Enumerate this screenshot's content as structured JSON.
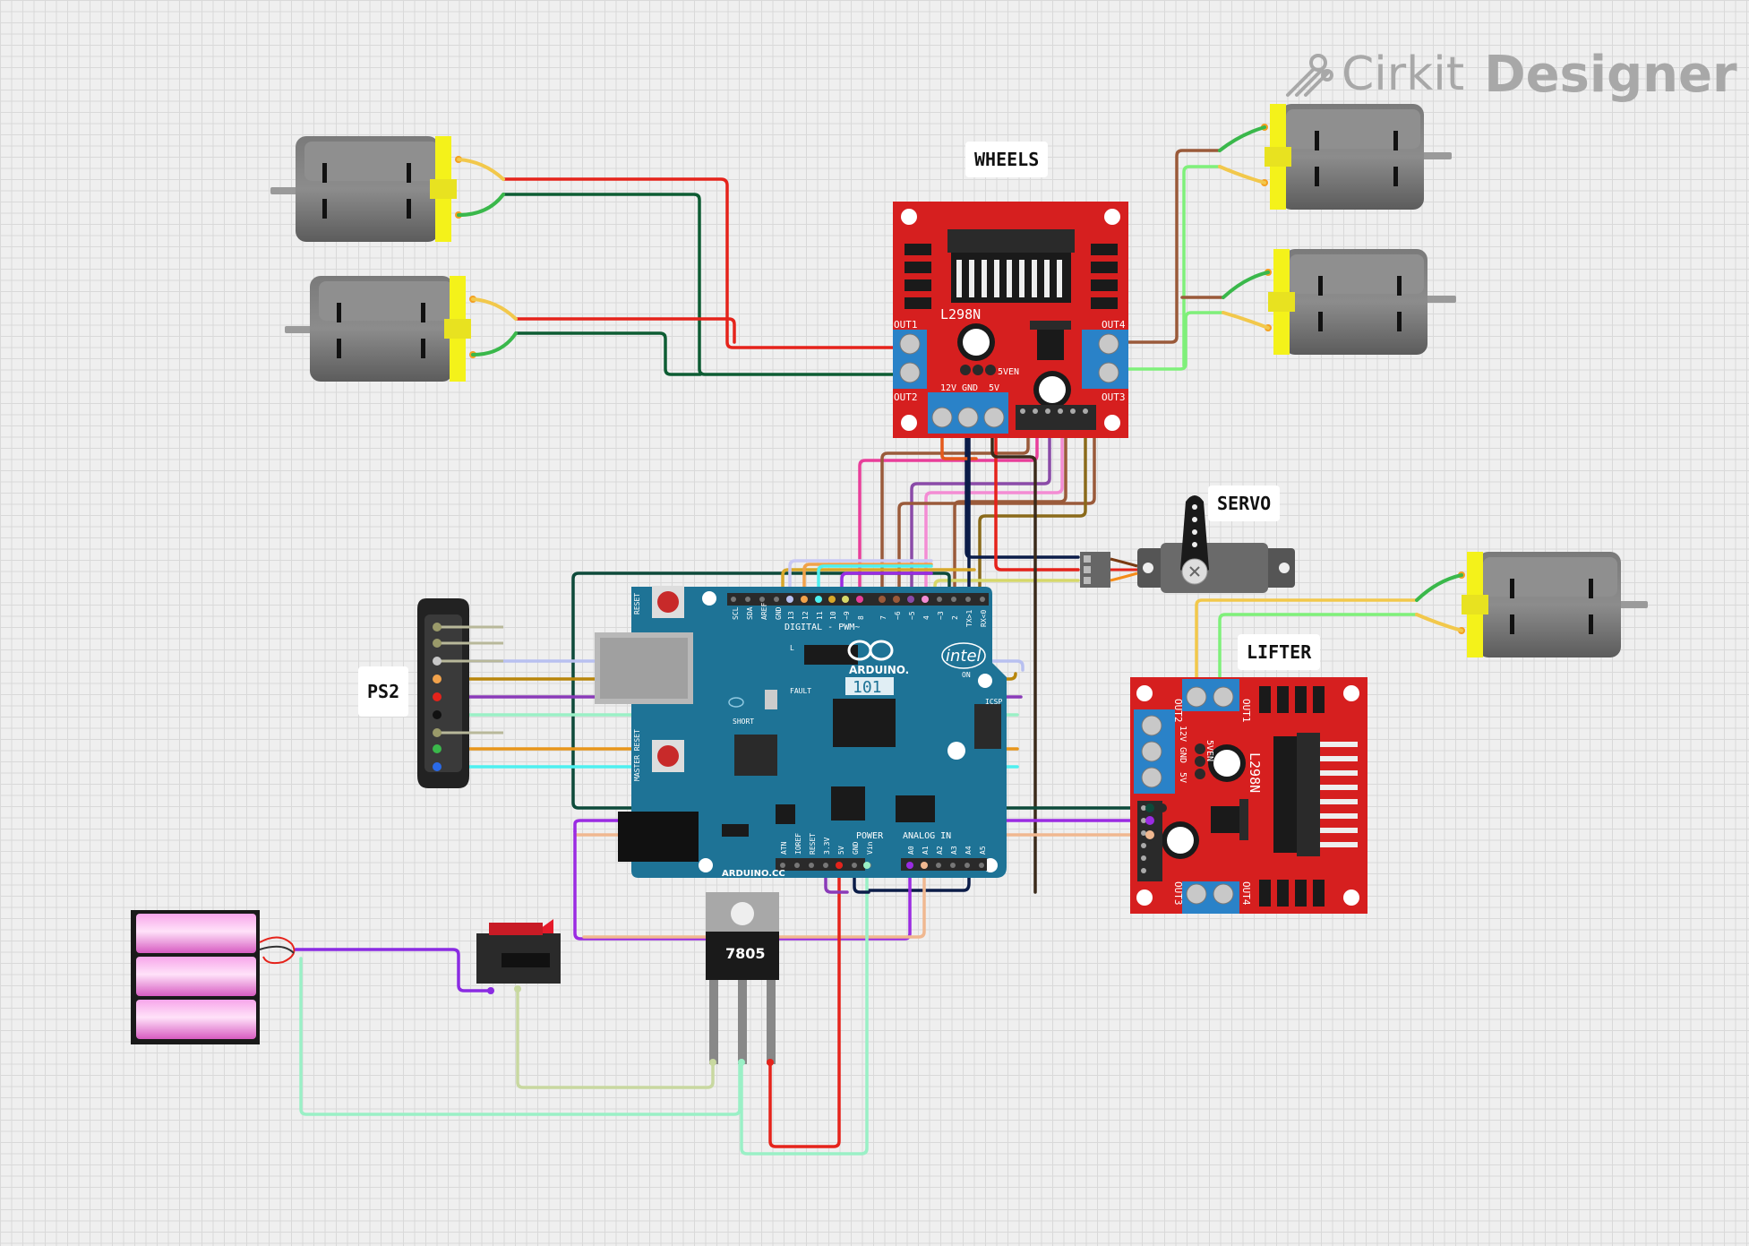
{
  "brand": {
    "name_light": "Cirkit",
    "name_bold": "Designer"
  },
  "labels": {
    "wheels": "WHEELS",
    "servo": "SERVO",
    "lifter": "LIFTER",
    "ps2": "PS2"
  },
  "wheels_driver": {
    "chip": "L298N",
    "out1": "OUT1",
    "out2": "OUT2",
    "out3": "OUT3",
    "out4": "OUT4",
    "power": [
      "12V",
      "GND",
      "5V"
    ],
    "enable": "5VEN"
  },
  "lifter_driver": {
    "chip": "L298N",
    "out1": "OUT1",
    "out2": "OUT2",
    "out3": "OUT3",
    "out4": "OUT4",
    "power": [
      "12V",
      "GND",
      "5V"
    ],
    "enable": "5VEN"
  },
  "arduino": {
    "model": "ARDUINO.",
    "variant": "101",
    "brand": "intel",
    "site": "ARDUINO.CC",
    "digital_label": "DIGITAL - PWM~",
    "digital_pins": [
      "SCL",
      "SDA",
      "AREF",
      "GND",
      "13",
      "12",
      "11",
      "10",
      "~9",
      "8",
      "7",
      "~6",
      "~5",
      "4",
      "~3",
      "2",
      "TX>1",
      "RX<0"
    ],
    "power_label": "POWER",
    "analog_label": "ANALOG IN",
    "power_pins": [
      "ATN",
      "IOREF",
      "RESET",
      "3.3V",
      "5V",
      "GND",
      "Vin"
    ],
    "analog_pins": [
      "A0",
      "A1",
      "A2",
      "A3",
      "A4",
      "A5"
    ],
    "misc": [
      "RESET",
      "MASTER RESET",
      "ON",
      "FAULT",
      "SHORT",
      "ICSP",
      "L"
    ]
  },
  "regulator": {
    "label": "7805"
  },
  "colors": {
    "wire_red": "#e5231b",
    "wire_darkgreen": "#0d5c33",
    "wire_brown": "#9a5a3a",
    "wire_lightgreen": "#7ff07a",
    "wire_pink": "#e83e9a",
    "wire_purple": "#9a2be2",
    "wire_orange": "#f1a24b",
    "wire_yellow": "#f2c84b",
    "wire_mint": "#9af0c6",
    "wire_navy": "#0b1c48",
    "board_red": "#d61f1f",
    "arduino_blue": "#1e7396",
    "motor_yellow": "#f4f21a"
  }
}
